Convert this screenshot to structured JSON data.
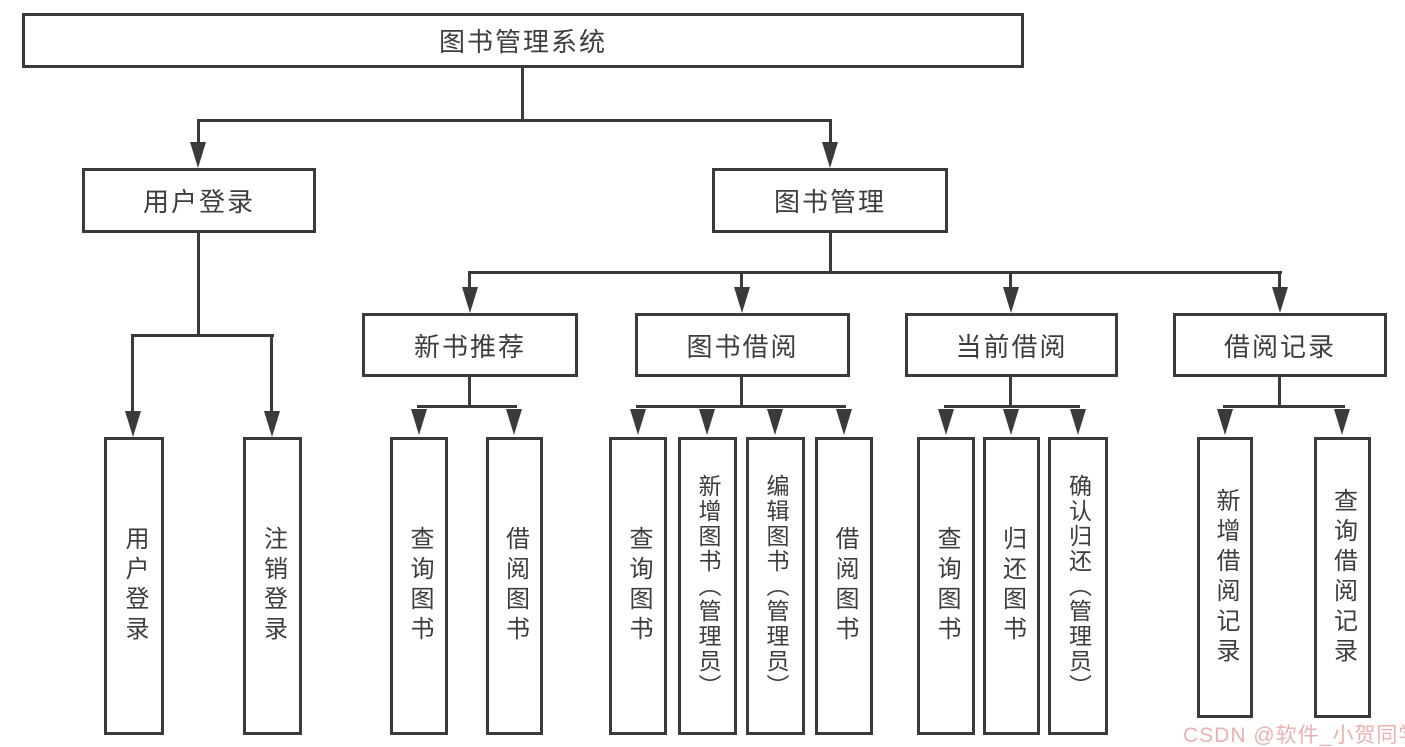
{
  "diagram": {
    "title": "图书管理系统",
    "level2": [
      {
        "label": "用户登录"
      },
      {
        "label": "图书管理"
      }
    ],
    "level3": [
      {
        "label": "新书推荐"
      },
      {
        "label": "图书借阅"
      },
      {
        "label": "当前借阅"
      },
      {
        "label": "借阅记录"
      }
    ],
    "leaves": {
      "user_login": [
        {
          "label": "用户登录"
        },
        {
          "label": "注销登录"
        }
      ],
      "new_book_recommend": [
        {
          "label": "查询图书"
        },
        {
          "label": "借阅图书"
        }
      ],
      "book_borrowing": [
        {
          "label": "查询图书"
        },
        {
          "label": "新增图书（管理员）"
        },
        {
          "label": "编辑图书（管理员）"
        },
        {
          "label": "借阅图书"
        }
      ],
      "current_borrowing": [
        {
          "label": "查询图书"
        },
        {
          "label": "归还图书"
        },
        {
          "label": "确认归还（管理员）"
        }
      ],
      "borrowing_records": [
        {
          "label": "新增借阅记录"
        },
        {
          "label": "查询借阅记录"
        }
      ]
    }
  },
  "watermark": {
    "text": "CSDN @软件_小贺同学"
  },
  "colors": {
    "line": "#3a3a3a",
    "text": "#3d3d3d",
    "background": "#ffffff",
    "watermark": "#de7d7d"
  }
}
